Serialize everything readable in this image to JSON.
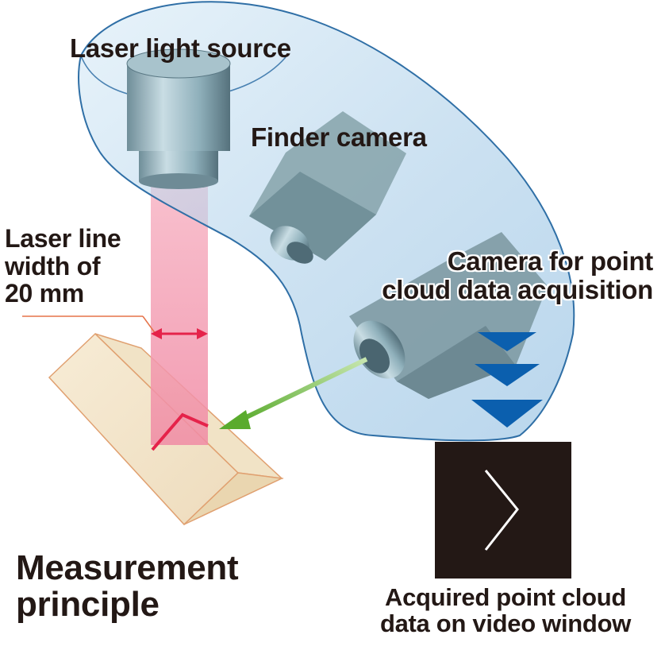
{
  "labels": {
    "laser_source": "Laser light source",
    "finder_camera": "Finder camera",
    "camera_point_cloud": [
      "Camera for point",
      "cloud data acquisition"
    ],
    "laser_width": [
      "Laser line",
      "width of",
      "20 mm"
    ],
    "measurement_principle": [
      "Measurement",
      "principle"
    ],
    "acquired_data": [
      "Acquired point cloud",
      "data on video window"
    ]
  },
  "colors": {
    "housing_fill": "#bcd9ee",
    "housing_stroke": "#2f6fa6",
    "laser_beam": "#f5a3b7",
    "laser_line": "#e5234a",
    "arrow_green": "#6cb33f",
    "triangle_blue": "#0b5fae",
    "video_window": "#231815",
    "workpiece_stroke": "#e0a070",
    "text": "#231815"
  },
  "icons": {
    "video_window_glyph": "chevron-right-icon",
    "flow_arrows": "triangle-down-icon"
  }
}
